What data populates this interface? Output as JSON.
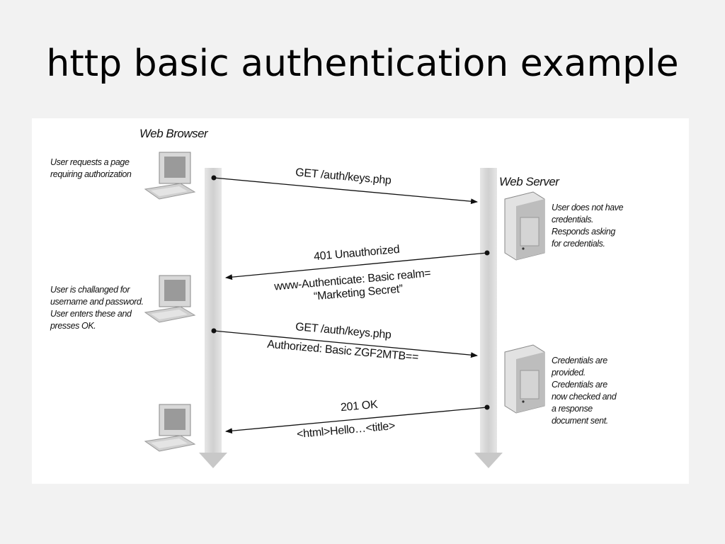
{
  "title": "http basic authentication example",
  "actors": {
    "browser": "Web Browser",
    "server": "Web Server"
  },
  "notes": {
    "browser_1": [
      "User requests a page",
      "requiring authorization"
    ],
    "browser_2": [
      "User is challanged for",
      "username and password.",
      "User enters these and",
      "presses OK."
    ],
    "server_1": [
      "User does not have",
      "credentials.",
      "Responds asking",
      "for credentials."
    ],
    "server_2": [
      "Credentials are",
      "provided.",
      "Credentials are",
      "now checked and",
      "a response",
      "document sent."
    ]
  },
  "messages": [
    {
      "direction": "to-server",
      "lines": [
        "GET /auth/keys.php"
      ]
    },
    {
      "direction": "to-browser",
      "lines": [
        "401 Unauthorized",
        "www-Authenticate: Basic realm=",
        "“Marketing Secret”"
      ]
    },
    {
      "direction": "to-server",
      "lines": [
        "GET /auth/keys.php",
        "Authorized: Basic ZGF2MTB=="
      ]
    },
    {
      "direction": "to-browser",
      "lines": [
        "201 OK",
        "<html>Hello…<title>"
      ]
    }
  ],
  "icons": {
    "browser_computers": [
      "computer-icon",
      "computer-icon",
      "computer-icon"
    ],
    "server_boxes": [
      "server-icon",
      "server-icon"
    ]
  }
}
